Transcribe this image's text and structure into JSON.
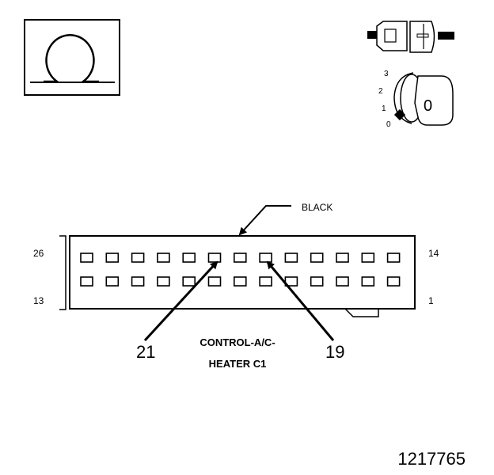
{
  "key_dial": {
    "positions": [
      "3",
      "2",
      "1",
      "0"
    ],
    "key_glyph": "0"
  },
  "connector": {
    "color_label": "BLACK",
    "pin_label_top_left": "26",
    "pin_label_bottom_left": "13",
    "pin_label_top_right": "14",
    "pin_label_bottom_right": "1",
    "pins_per_row": 13,
    "name_line1": "CONTROL-A/C-",
    "name_line2": "HEATER C1"
  },
  "callouts": {
    "left": "21",
    "right": "19"
  },
  "figure_number": "1217765",
  "icons": [
    "ohm-symbol-icon",
    "connector-plug-icon",
    "ignition-key-icon"
  ]
}
